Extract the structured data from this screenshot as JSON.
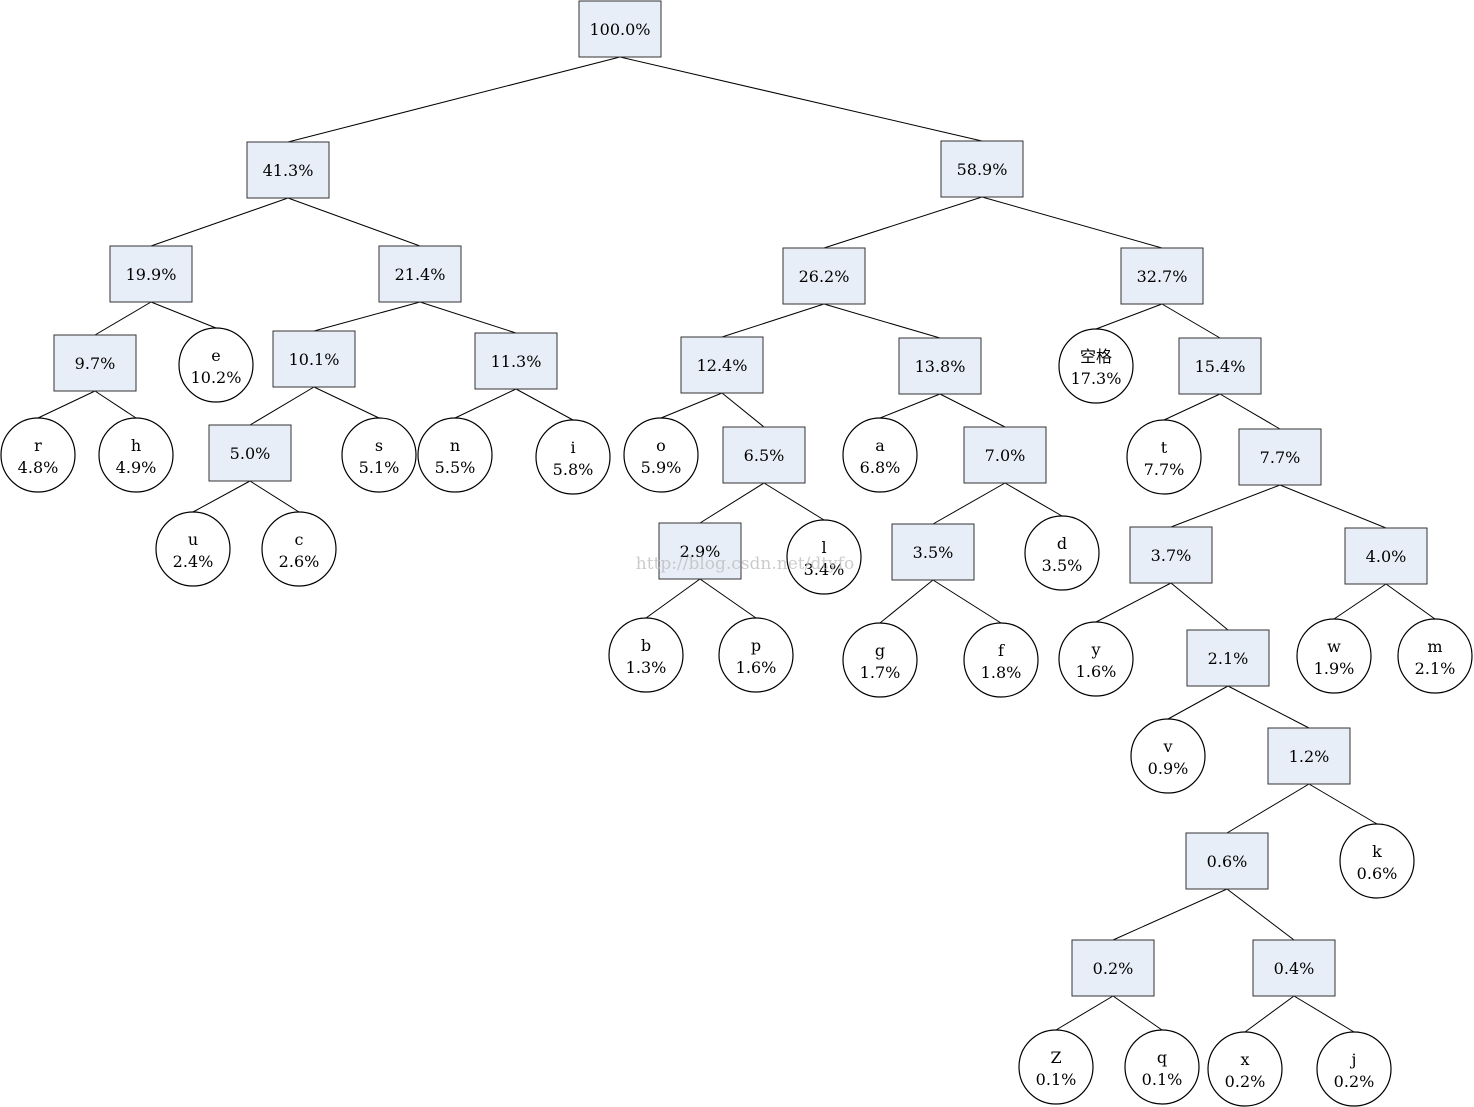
{
  "nodes": [
    {
      "id": "n100",
      "kind": "internal",
      "value": "100.0%"
    },
    {
      "id": "n413",
      "kind": "internal",
      "value": "41.3%",
      "parent": "n100"
    },
    {
      "id": "n589",
      "kind": "internal",
      "value": "58.9%",
      "parent": "n100"
    },
    {
      "id": "n199",
      "kind": "internal",
      "value": "19.9%",
      "parent": "n413"
    },
    {
      "id": "n214",
      "kind": "internal",
      "value": "21.4%",
      "parent": "n413"
    },
    {
      "id": "n97",
      "kind": "internal",
      "value": "9.7%",
      "parent": "n199"
    },
    {
      "id": "Le",
      "kind": "leaf",
      "symbol": "e",
      "value": "10.2%",
      "parent": "n199"
    },
    {
      "id": "Lr",
      "kind": "leaf",
      "symbol": "r",
      "value": "4.8%",
      "parent": "n97"
    },
    {
      "id": "Lh",
      "kind": "leaf",
      "symbol": "h",
      "value": "4.9%",
      "parent": "n97"
    },
    {
      "id": "n101",
      "kind": "internal",
      "value": "10.1%",
      "parent": "n214"
    },
    {
      "id": "n113",
      "kind": "internal",
      "value": "11.3%",
      "parent": "n214"
    },
    {
      "id": "n50",
      "kind": "internal",
      "value": "5.0%",
      "parent": "n101"
    },
    {
      "id": "Ls",
      "kind": "leaf",
      "symbol": "s",
      "value": "5.1%",
      "parent": "n101"
    },
    {
      "id": "Lu",
      "kind": "leaf",
      "symbol": "u",
      "value": "2.4%",
      "parent": "n50"
    },
    {
      "id": "Lc",
      "kind": "leaf",
      "symbol": "c",
      "value": "2.6%",
      "parent": "n50"
    },
    {
      "id": "Ln",
      "kind": "leaf",
      "symbol": "n",
      "value": "5.5%",
      "parent": "n113"
    },
    {
      "id": "Li",
      "kind": "leaf",
      "symbol": "i",
      "value": "5.8%",
      "parent": "n113"
    },
    {
      "id": "n262",
      "kind": "internal",
      "value": "26.2%",
      "parent": "n589"
    },
    {
      "id": "n327",
      "kind": "internal",
      "value": "32.7%",
      "parent": "n589"
    },
    {
      "id": "n124",
      "kind": "internal",
      "value": "12.4%",
      "parent": "n262"
    },
    {
      "id": "n138",
      "kind": "internal",
      "value": "13.8%",
      "parent": "n262"
    },
    {
      "id": "Lo",
      "kind": "leaf",
      "symbol": "o",
      "value": "5.9%",
      "parent": "n124"
    },
    {
      "id": "n65",
      "kind": "internal",
      "value": "6.5%",
      "parent": "n124"
    },
    {
      "id": "n29",
      "kind": "internal",
      "value": "2.9%",
      "parent": "n65"
    },
    {
      "id": "Ll",
      "kind": "leaf",
      "symbol": "l",
      "value": "3.4%",
      "parent": "n65"
    },
    {
      "id": "Lb",
      "kind": "leaf",
      "symbol": "b",
      "value": "1.3%",
      "parent": "n29"
    },
    {
      "id": "Lp",
      "kind": "leaf",
      "symbol": "p",
      "value": "1.6%",
      "parent": "n29"
    },
    {
      "id": "La",
      "kind": "leaf",
      "symbol": "a",
      "value": "6.8%",
      "parent": "n138"
    },
    {
      "id": "n70",
      "kind": "internal",
      "value": "7.0%",
      "parent": "n138"
    },
    {
      "id": "n35",
      "kind": "internal",
      "value": "3.5%",
      "parent": "n70"
    },
    {
      "id": "Ld",
      "kind": "leaf",
      "symbol": "d",
      "value": "3.5%",
      "parent": "n70"
    },
    {
      "id": "Lg",
      "kind": "leaf",
      "symbol": "g",
      "value": "1.7%",
      "parent": "n35"
    },
    {
      "id": "Lf",
      "kind": "leaf",
      "symbol": "f",
      "value": "1.8%",
      "parent": "n35"
    },
    {
      "id": "Lsp",
      "kind": "leaf",
      "symbol": "空格",
      "value": "17.3%",
      "parent": "n327"
    },
    {
      "id": "n154",
      "kind": "internal",
      "value": "15.4%",
      "parent": "n327"
    },
    {
      "id": "Lt",
      "kind": "leaf",
      "symbol": "t",
      "value": "7.7%",
      "parent": "n154"
    },
    {
      "id": "n77",
      "kind": "internal",
      "value": "7.7%",
      "parent": "n154"
    },
    {
      "id": "n37",
      "kind": "internal",
      "value": "3.7%",
      "parent": "n77"
    },
    {
      "id": "n40",
      "kind": "internal",
      "value": "4.0%",
      "parent": "n77"
    },
    {
      "id": "Ly",
      "kind": "leaf",
      "symbol": "y",
      "value": "1.6%",
      "parent": "n37"
    },
    {
      "id": "n21",
      "kind": "internal",
      "value": "2.1%",
      "parent": "n37"
    },
    {
      "id": "Lv",
      "kind": "leaf",
      "symbol": "v",
      "value": "0.9%",
      "parent": "n21"
    },
    {
      "id": "n12",
      "kind": "internal",
      "value": "1.2%",
      "parent": "n21"
    },
    {
      "id": "n06",
      "kind": "internal",
      "value": "0.6%",
      "parent": "n12"
    },
    {
      "id": "Lk",
      "kind": "leaf",
      "symbol": "k",
      "value": "0.6%",
      "parent": "n12"
    },
    {
      "id": "n02",
      "kind": "internal",
      "value": "0.2%",
      "parent": "n06"
    },
    {
      "id": "n04",
      "kind": "internal",
      "value": "0.4%",
      "parent": "n06"
    },
    {
      "id": "LZ",
      "kind": "leaf",
      "symbol": "Z",
      "value": "0.1%",
      "parent": "n02"
    },
    {
      "id": "Lq",
      "kind": "leaf",
      "symbol": "q",
      "value": "0.1%",
      "parent": "n02"
    },
    {
      "id": "Lx",
      "kind": "leaf",
      "symbol": "x",
      "value": "0.2%",
      "parent": "n04"
    },
    {
      "id": "Lj",
      "kind": "leaf",
      "symbol": "j",
      "value": "0.2%",
      "parent": "n04"
    },
    {
      "id": "Lw",
      "kind": "leaf",
      "symbol": "w",
      "value": "1.9%",
      "parent": "n40"
    },
    {
      "id": "Lm",
      "kind": "leaf",
      "symbol": "m",
      "value": "2.1%",
      "parent": "n40"
    }
  ],
  "watermark": "http://blog.csdn.net/dtyfo",
  "colors": {
    "internal_fill": "#e8eef7",
    "stroke": "#000000",
    "leaf_fill": "#ffffff"
  }
}
